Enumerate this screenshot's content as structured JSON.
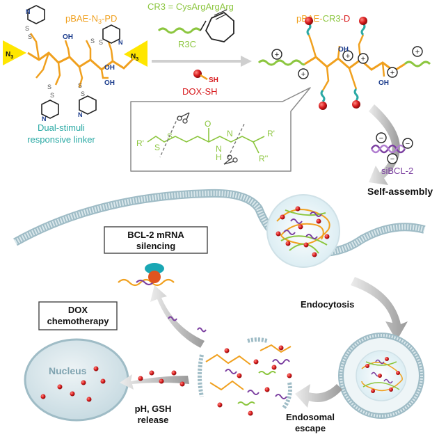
{
  "polymer": {
    "name": "pBAE-N3-PD",
    "pre": "pBAE-",
    "n3": "N",
    "sub3": "3",
    "post": "-PD",
    "n3_tag": "N",
    "n3_sub": "3",
    "oh": "OH",
    "pyridine_n": "N"
  },
  "linker_caption": {
    "line1": "Dual-stimuli",
    "line2": "responsive linker"
  },
  "cr3_definition": "CR3 = CysArgArgArg",
  "r3c_label": "R3C",
  "dox_sh": {
    "sh": "SH",
    "name": "DOX-SH"
  },
  "product": {
    "a": "pBAE-",
    "b": "CR3",
    "c": "-D",
    "charge": "+",
    "oh": "OH"
  },
  "linker_chem": {
    "r1": "R'",
    "s": "S",
    "o": "O",
    "n": "N",
    "h": "H",
    "r2": "R'",
    "r3": "R''"
  },
  "sirna": {
    "label": "siBCL-2",
    "charge": "−"
  },
  "self_assembly": "Self-assembly",
  "bcl2_box": {
    "line1": "BCL-2 mRNA",
    "line2": "silencing"
  },
  "endocytosis": "Endocytosis",
  "dox_box": {
    "line1": "DOX",
    "line2": "chemotherapy"
  },
  "nucleus": "Nucleus",
  "release": {
    "line1": "pH, GSH",
    "line2": "release"
  },
  "endosomal": {
    "line1": "Endosomal",
    "line2": "escape"
  },
  "colors": {
    "orange": "#f0a01e",
    "green": "#8cc63f",
    "teal": "#2aa9a4",
    "red": "#d7191c",
    "purple": "#7b3fa0",
    "yellow": "#ffe600",
    "membrane": "#b9cfd6"
  }
}
